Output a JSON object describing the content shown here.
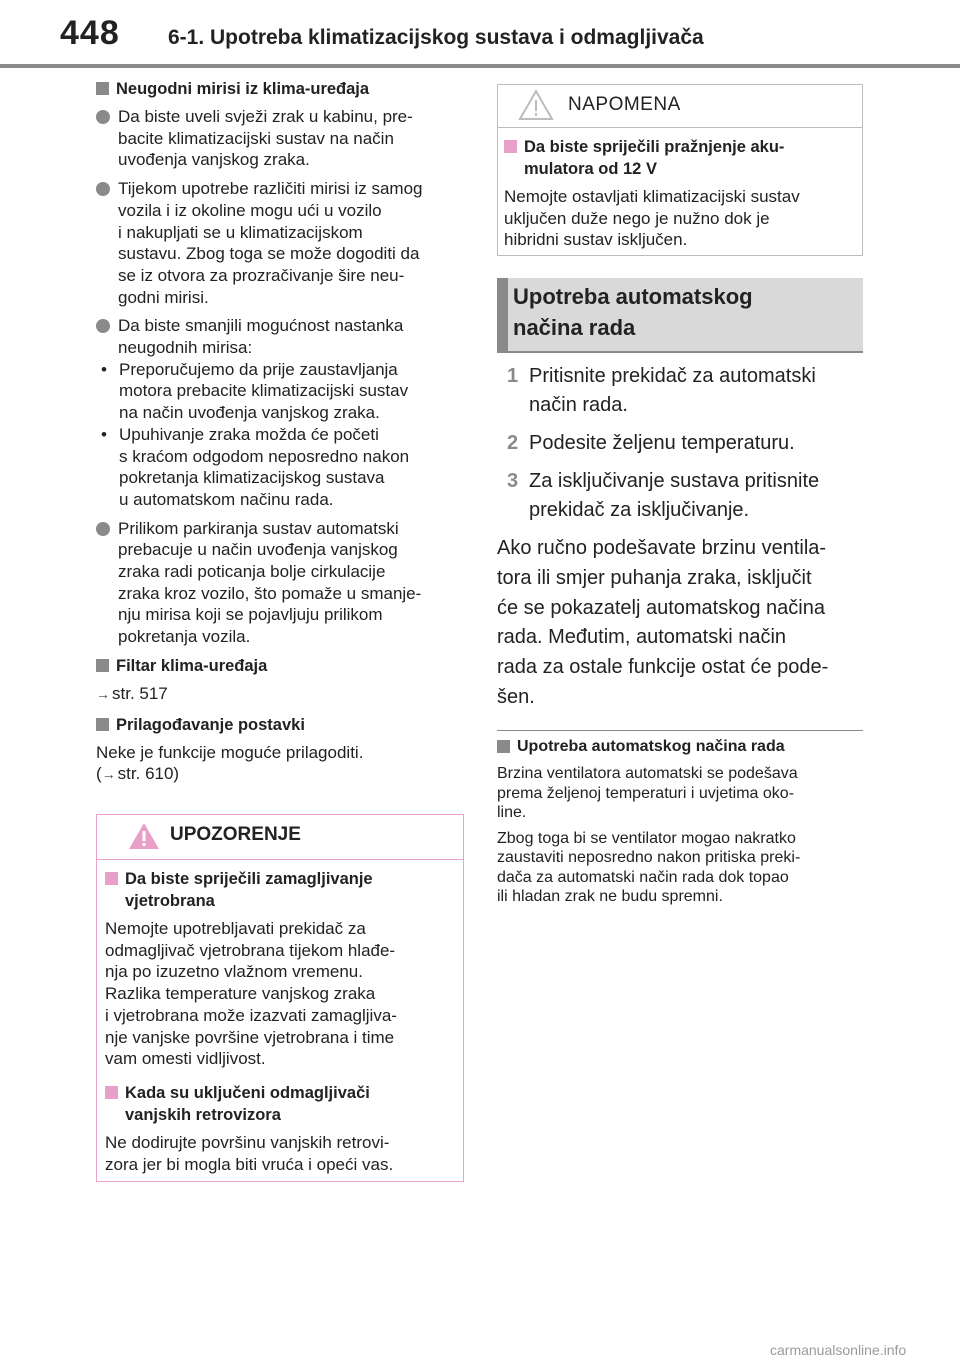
{
  "header": {
    "page_number": "448",
    "chapter": "6-1. Upotreba klimatizacijskog sustava i odmagljivača"
  },
  "left": {
    "odors": {
      "title": "Neugodni mirisi iz klima-uređaja",
      "bullets": [
        {
          "lines": [
            "Da biste uveli svježi zrak u kabinu, pre-",
            "bacite klimatizacijski sustav na način",
            "uvođenja vanjskog zraka."
          ]
        },
        {
          "lines": [
            "Tijekom upotrebe različiti mirisi iz samog",
            "vozila i iz okoline mogu ući u vozilo",
            "i nakupljati se u klimatizacijskom",
            "sustavu. Zbog toga se može dogoditi da",
            "se iz otvora za prozračivanje šire neu-",
            "godni mirisi."
          ]
        }
      ],
      "bullet3_intro": [
        "Da biste smanjili mogućnost nastanka",
        "neugodnih mirisa:"
      ],
      "sub_bullets": [
        {
          "lines": [
            "Preporučujemo da prije zaustavljanja",
            "motora prebacite klimatizacijski sustav",
            "na način uvođenja vanjskog zraka."
          ]
        },
        {
          "lines": [
            "Upuhivanje zraka možda će početi",
            "s kraćom odgodom neposredno nakon",
            "pokretanja klimatizacijskog sustava",
            "u automatskom načinu rada."
          ]
        }
      ],
      "bullet4": [
        "Prilikom parkiranja sustav automatski",
        "prebacuje u način uvođenja vanjskog",
        "zraka radi poticanja bolje cirkulacije",
        "zraka kroz vozilo, što pomaže u smanje-",
        "nju mirisa koji se pojavljuju prilikom",
        "pokretanja vozila."
      ]
    },
    "filter": {
      "title": "Filtar klima-uređaja",
      "ref": "str. 517"
    },
    "custom": {
      "title": "Prilagođavanje postavki",
      "text": "Neke je funkcije moguće prilagoditi.",
      "ref_open": "(",
      "ref": "str. 610)"
    }
  },
  "warning": {
    "title": "UPOZORENJE",
    "s1_title": [
      "Da biste spriječili zamagljivanje",
      "vjetrobrana"
    ],
    "s1_text": [
      "Nemojte upotrebljavati prekidač za",
      "odmagljivač vjetrobrana tijekom hlađe-",
      "nja po izuzetno vlažnom vremenu.",
      "Razlika temperature vanjskog zraka",
      "i vjetrobrana može izazvati zamagljiva-",
      "nje vanjske površine vjetrobrana i time",
      "vam omesti vidljivost."
    ],
    "s2_title": [
      "Kada su uključeni odmagljivači",
      "vanjskih retrovizora"
    ],
    "s2_text": [
      "Ne dodirujte površinu vanjskih retrovi-",
      "zora jer bi mogla biti vruća i opeći vas."
    ]
  },
  "note": {
    "title": "NAPOMENA",
    "s1_title": [
      "Da biste spriječili pražnjenje aku-",
      "mulatora od 12 V"
    ],
    "s1_text": [
      "Nemojte ostavljati klimatizacijski sustav",
      "uključen duže nego je nužno dok je",
      "hibridni sustav isključen."
    ]
  },
  "banner": {
    "lines": [
      "Upotreba automatskog",
      "načina rada"
    ]
  },
  "steps": [
    {
      "num": "1",
      "lines": [
        "Pritisnite prekidač za automatski",
        "način rada."
      ]
    },
    {
      "num": "2",
      "lines": [
        "Podesite željenu temperaturu."
      ]
    },
    {
      "num": "3",
      "lines": [
        "Za isključivanje sustava pritisnite",
        "prekidač za isključivanje."
      ]
    }
  ],
  "auto_para": [
    "Ako ručno podešavate brzinu ventila-",
    "tora ili smjer puhanja zraka, isključit",
    "će se pokazatelj automatskog načina",
    "rada. Međutim, automatski način",
    "rada za ostale funkcije ostat će pode-",
    "šen."
  ],
  "auto_sec": {
    "title": "Upotreba automatskog načina rada",
    "p1": [
      "Brzina ventilatora automatski se podešava",
      "prema željenoj temperaturi i uvjetima oko-",
      "line."
    ],
    "p2": [
      "Zbog toga bi se ventilator mogao nakratko",
      "zaustaviti neposredno nakon pritiska preki-",
      "dača za automatski način rada dok topao",
      "ili hladan zrak ne budu spremni."
    ]
  },
  "watermark": "carmanualsonline.info",
  "colors": {
    "accent_grey": "#8a8a8a",
    "warning_pink": "#e8a0c8",
    "banner_bg": "#d9d9d9"
  }
}
